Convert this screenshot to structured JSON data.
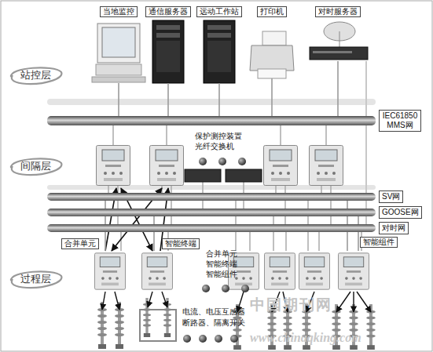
{
  "diagram": {
    "nodes": [
      {
        "text": [
          "站控层"
        ]
      },
      {
        "text": [
          "当地监控"
        ]
      },
      {
        "text": [
          "通信服务器"
        ]
      },
      {
        "text": [
          "远动工作站"
        ]
      },
      {
        "text": [
          "打印机"
        ]
      },
      {
        "text": [
          "对时服务器"
        ]
      },
      {
        "text": [
          "IEC61850 MMS网"
        ]
      },
      {
        "text": [
          "间隔层"
        ]
      },
      {
        "text": [
          "SV网"
        ]
      },
      {
        "text": [
          "GOOSE网"
        ]
      },
      {
        "text": [
          "对时网"
        ]
      },
      {
        "text": [
          "过程层"
        ]
      },
      {
        "text": [
          "合并单元"
        ]
      },
      {
        "text": [
          "智能终端"
        ]
      },
      {
        "text": [
          "智能组件"
        ]
      }
    ],
    "edges": [
      {
        "from": 1,
        "to": 6,
        "arrow": "none"
      },
      {
        "from": 2,
        "to": 6,
        "arrow": "none"
      },
      {
        "from": 3,
        "to": 6,
        "arrow": "none"
      },
      {
        "from": 4,
        "to": 6,
        "arrow": "none"
      },
      {
        "from": 5,
        "to": 6,
        "arrow": "none"
      },
      {
        "from": 12,
        "to": 8,
        "arrow": "none"
      },
      {
        "from": 13,
        "to": 9,
        "arrow": "none"
      },
      {
        "from": 14,
        "to": 8,
        "arrow": "none"
      },
      {
        "from": 14,
        "to": 9,
        "arrow": "none"
      }
    ],
    "labels": [
      "保护测控装置",
      "光纤交换机",
      "合并单元",
      "智能终端",
      "智能组件",
      "电流、电压互感器",
      "断路器、隔离开关",
      "中国期刊网",
      "www.chinaqking.com"
    ]
  }
}
